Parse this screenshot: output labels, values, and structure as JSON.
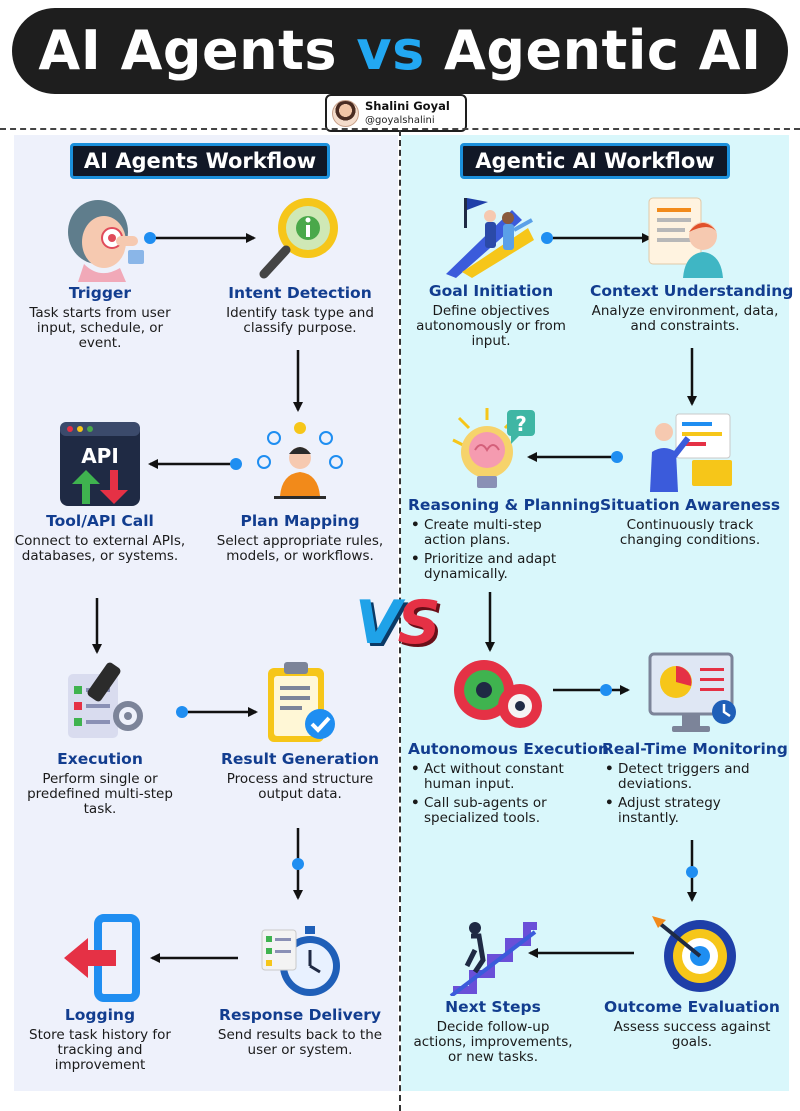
{
  "title": {
    "part1": "AI Agents",
    "vs": "vs",
    "part2": "Agentic AI"
  },
  "author": {
    "name": "Shalini Goyal",
    "handle": "@goyalshalini"
  },
  "left": {
    "heading": "AI Agents Workflow",
    "steps": [
      {
        "label": "Trigger",
        "desc": "Task starts from user input, schedule, or event."
      },
      {
        "label": "Intent Detection",
        "desc": "Identify task type and classify purpose."
      },
      {
        "label": "Tool/API Call",
        "desc": "Connect to external APIs, databases, or systems."
      },
      {
        "label": "Plan Mapping",
        "desc": "Select appropriate rules, models, or workflows."
      },
      {
        "label": "Execution",
        "desc": "Perform single or predefined multi-step task."
      },
      {
        "label": "Result Generation",
        "desc": "Process and structure output data."
      },
      {
        "label": "Logging",
        "desc": "Store task history for tracking and improvement"
      },
      {
        "label": "Response Delivery",
        "desc": "Send results back to the user or system."
      }
    ],
    "api_icon_text": "API"
  },
  "right": {
    "heading": "Agentic AI Workflow",
    "steps": [
      {
        "label": "Goal Initiation",
        "desc": "Define objectives autonomously or from input."
      },
      {
        "label": "Context Understanding",
        "desc": "Analyze environment, data, and constraints."
      },
      {
        "label": "Reasoning & Planning",
        "bullets": [
          "Create multi-step action plans.",
          "Prioritize and adapt dynamically."
        ]
      },
      {
        "label": "Situation Awareness",
        "desc": "Continuously track changing conditions."
      },
      {
        "label": "Autonomous Execution",
        "bullets": [
          "Act without constant human input.",
          "Call sub-agents or specialized tools."
        ]
      },
      {
        "label": "Real-Time Monitoring",
        "bullets": [
          "Detect triggers and deviations.",
          "Adjust strategy instantly."
        ]
      },
      {
        "label": "Next Steps",
        "desc": "Decide follow-up actions, improvements, or new tasks."
      },
      {
        "label": "Outcome Evaluation",
        "desc": "Assess success against goals."
      }
    ]
  },
  "vs_mark": {
    "v": "V",
    "s": "S"
  },
  "colors": {
    "title_bg": "#1e1e1e",
    "title_blue": "#22a8f2",
    "heading_bg": "#111827",
    "heading_border": "#1b90dc",
    "label": "#123d8f",
    "left_panel": "#eef1fb",
    "right_panel": "#d9f7fb",
    "arrow_dot": "#1f8ef1"
  },
  "icons": [
    "touch-trigger-icon",
    "magnifier-info-icon",
    "api-window-icon",
    "thinking-person-icon",
    "checklist-cog-icon",
    "clipboard-badge-icon",
    "exit-door-icon",
    "stopwatch-checklist-icon",
    "flag-team-icon",
    "document-person-icon",
    "brain-question-icon",
    "analyst-dashboard-icon",
    "twin-gears-icon",
    "monitor-chart-icon",
    "stairs-climb-icon",
    "target-dart-icon"
  ]
}
